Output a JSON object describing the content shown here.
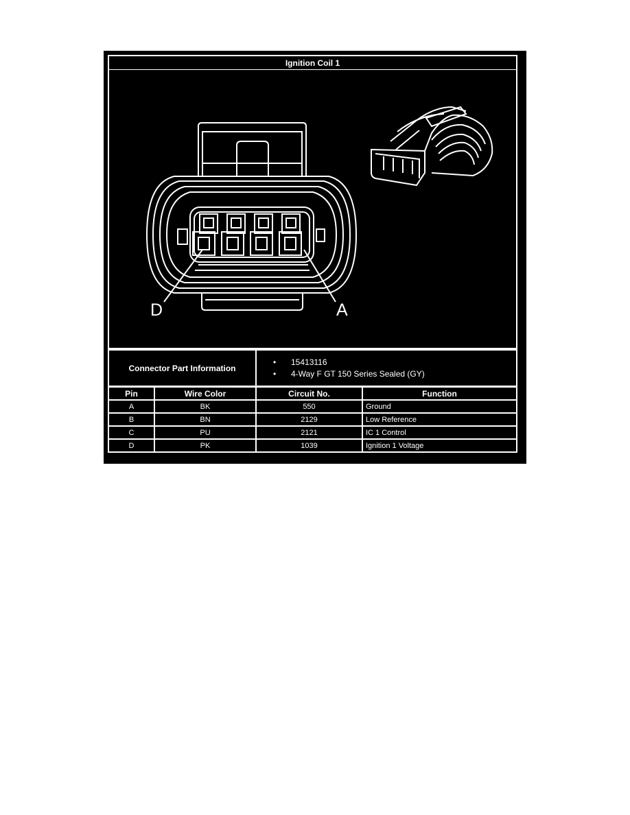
{
  "title": "Ignition Coil 1",
  "callouts": {
    "left_pin": "D",
    "right_pin": "A"
  },
  "connector_info": {
    "label": "Connector Part Information",
    "items": [
      "15413116",
      "4-Way F GT 150 Series Sealed (GY)"
    ]
  },
  "pin_table": {
    "headers": [
      "Pin",
      "Wire Color",
      "Circuit No.",
      "Function"
    ],
    "rows": [
      [
        "A",
        "BK",
        "550",
        "Ground"
      ],
      [
        "B",
        "BN",
        "2129",
        "Low Reference"
      ],
      [
        "C",
        "PU",
        "2121",
        "IC 1 Control"
      ],
      [
        "D",
        "PK",
        "1039",
        "Ignition 1 Voltage"
      ]
    ]
  },
  "colors": {
    "background": "#000000",
    "lines": "#ffffff",
    "page": "#ffffff"
  }
}
